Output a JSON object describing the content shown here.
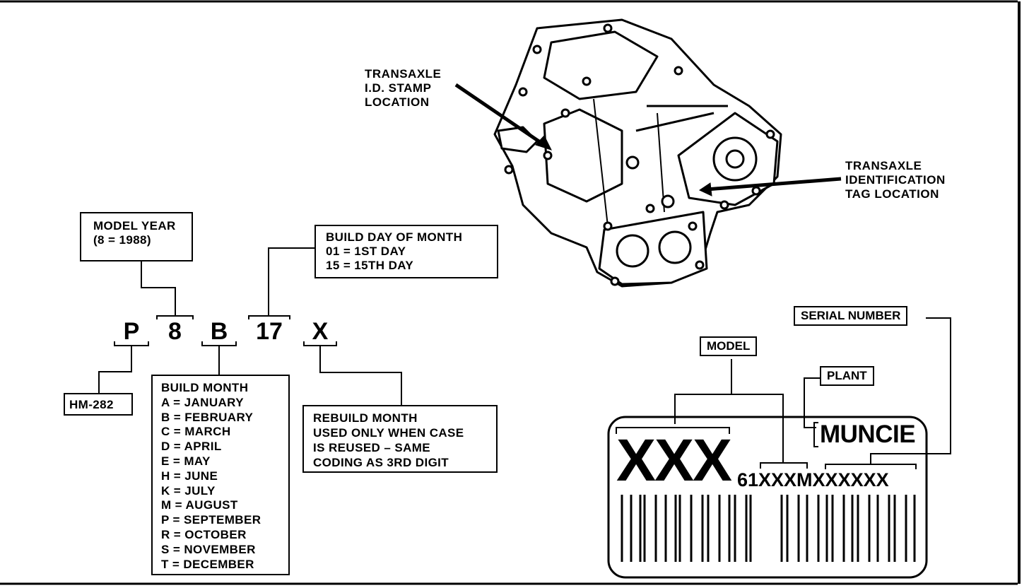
{
  "callouts": {
    "stamp": [
      "TRANSAXLE",
      "I.D. STAMP",
      "LOCATION"
    ],
    "tag": [
      "TRANSAXLE",
      "IDENTIFICATION",
      "TAG LOCATION"
    ]
  },
  "code": {
    "chars": [
      "P",
      "8",
      "B",
      "17",
      "X"
    ]
  },
  "boxes": {
    "model_year": [
      "MODEL YEAR",
      "(8 = 1988)"
    ],
    "build_day": [
      "BUILD DAY OF MONTH",
      "01  =  1ST DAY",
      "15  =  15TH DAY"
    ],
    "hm": [
      "HM-282"
    ],
    "build_month": [
      "BUILD MONTH",
      "A  =  JANUARY",
      "B  =  FEBRUARY",
      "C  =  MARCH",
      "D  =  APRIL",
      "E  =  MAY",
      "H  =  JUNE",
      "K  =  JULY",
      "M  =  AUGUST",
      "P  =  SEPTEMBER",
      "R  =  OCTOBER",
      "S  =  NOVEMBER",
      "T  =  DECEMBER"
    ],
    "rebuild_month": [
      "REBUILD MONTH",
      "USED ONLY WHEN CASE",
      "IS REUSED  –  SAME",
      "CODING AS 3RD DIGIT"
    ]
  },
  "tag": {
    "labels": {
      "serial": "SERIAL NUMBER",
      "model": "MODEL",
      "plant": "PLANT"
    },
    "maker": "MUNCIE",
    "model_code": "XXX",
    "serial_line": "61XXXMXXXXXX"
  }
}
